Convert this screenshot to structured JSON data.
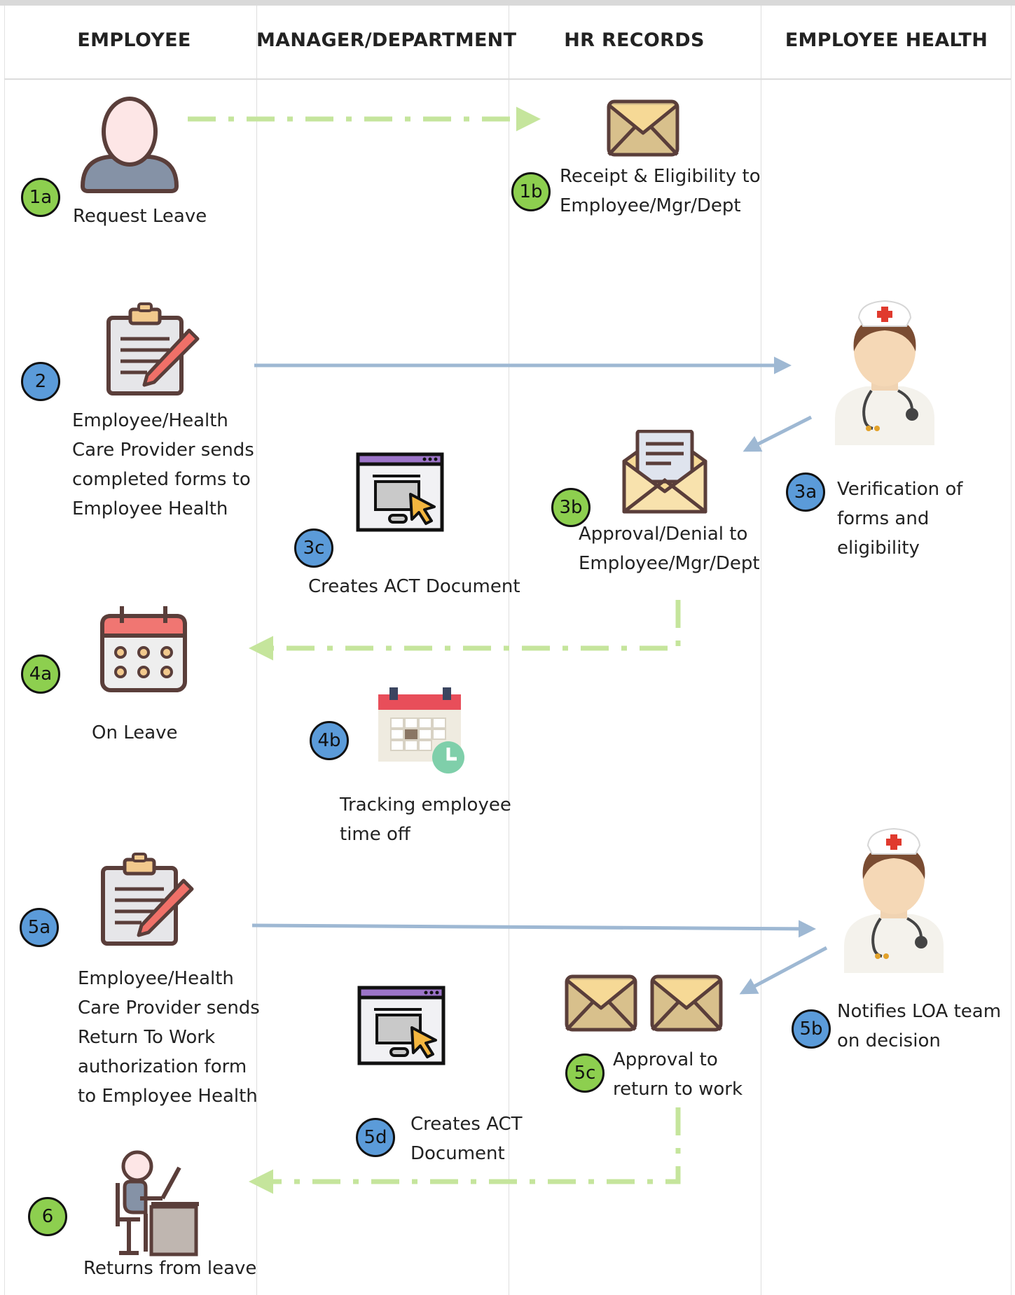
{
  "lanes": [
    "EMPLOYEE",
    "MANAGER/DEPARTMENT",
    "HR RECORDS",
    "EMPLOYEE HEALTH"
  ],
  "steps": {
    "s1a": {
      "badge": "1a",
      "label": "Request Leave"
    },
    "s1b": {
      "badge": "1b",
      "label": "Receipt & Eligibility to\nEmployee/Mgr/Dept"
    },
    "s2": {
      "badge": "2",
      "label": "Employee/Health\nCare Provider sends\ncompleted forms to\nEmployee Health"
    },
    "s3a": {
      "badge": "3a",
      "label": "Verification of\nforms and eligibility"
    },
    "s3b": {
      "badge": "3b",
      "label": "Approval/Denial to\nEmployee/Mgr/Dept"
    },
    "s3c": {
      "badge": "3c",
      "label": "Creates ACT Document"
    },
    "s4a": {
      "badge": "4a",
      "label": "On Leave"
    },
    "s4b": {
      "badge": "4b",
      "label": "Tracking employee\ntime off"
    },
    "s5a": {
      "badge": "5a",
      "label": "Employee/Health\nCare Provider sends\nReturn To Work\nauthorization form\nto Employee Health"
    },
    "s5b": {
      "badge": "5b",
      "label": "Notifies LOA team\non decision"
    },
    "s5c": {
      "badge": "5c",
      "label": "Approval to\nreturn to work"
    },
    "s5d": {
      "badge": "5d",
      "label": "Creates ACT\nDocument"
    },
    "s6": {
      "badge": "6",
      "label": "Returns from leave"
    }
  },
  "icons": {
    "person": "person-icon",
    "envelope": "envelope-icon",
    "clipboard": "clipboard-pen-icon",
    "nurse": "nurse-icon",
    "open_envelope": "open-envelope-icon",
    "screen": "screen-cursor-icon",
    "calendar": "calendar-icon",
    "calendar_clock": "calendar-clock-icon",
    "desk": "person-at-desk-icon"
  },
  "colors": {
    "green_badge": "#8dcf4f",
    "blue_badge": "#5b9bd9",
    "green_arrow": "#c5e59c",
    "blue_arrow": "#9eb8d3"
  }
}
